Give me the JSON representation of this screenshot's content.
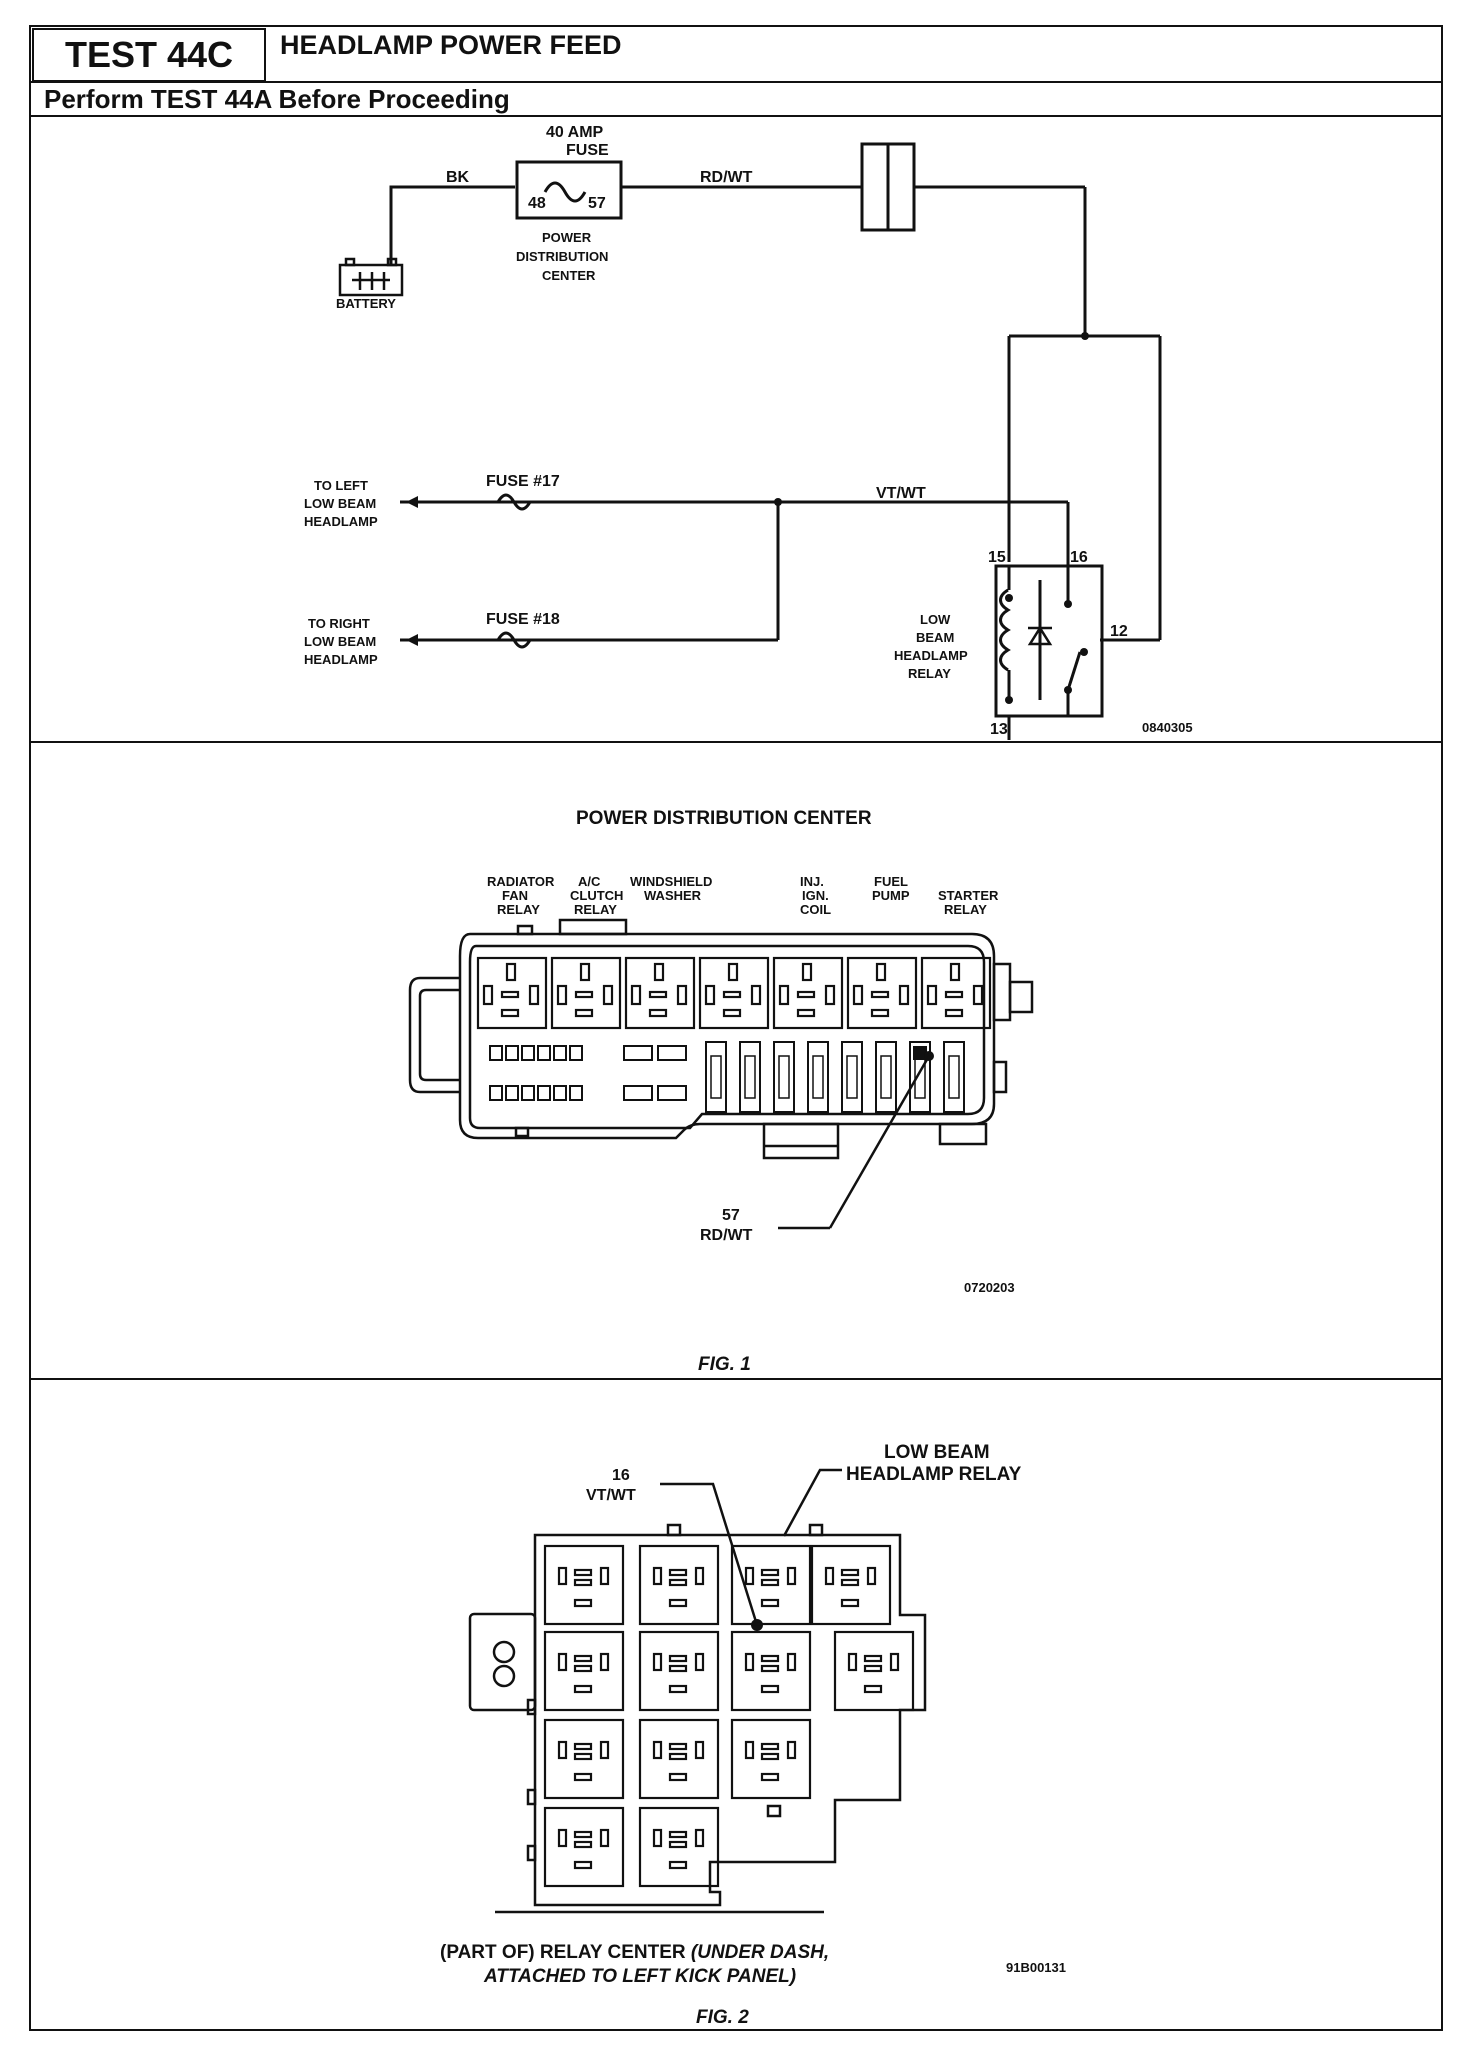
{
  "header": {
    "test_number": "TEST 44C",
    "title": "HEADLAMP POWER FEED",
    "subtitle": "Perform TEST 44A Before Proceeding"
  },
  "schematic": {
    "fuse_label": "40 AMP\nFUSE",
    "fuse_line1": "40 AMP",
    "fuse_line2": "FUSE",
    "fuse_pin_in": "48",
    "fuse_pin_out": "57",
    "pdc_line1": "POWER",
    "pdc_line2": "DISTRIBUTION",
    "pdc_line3": "CENTER",
    "battery": "BATTERY",
    "wire_bk": "BK",
    "wire_rdwt": "RD/WT",
    "wire_vtwt": "VT/WT",
    "left_line1": "TO LEFT",
    "left_line2": "LOW BEAM",
    "left_line3": "HEADLAMP",
    "right_line1": "TO RIGHT",
    "right_line2": "LOW BEAM",
    "right_line3": "HEADLAMP",
    "fuse17": "FUSE #17",
    "fuse18": "FUSE #18",
    "relay_line1": "LOW",
    "relay_line2": "BEAM",
    "relay_line3": "HEADLAMP",
    "relay_line4": "RELAY",
    "pin15": "15",
    "pin16": "16",
    "pin12": "12",
    "pin13": "13",
    "code": "0840305"
  },
  "fig1": {
    "title": "POWER DISTRIBUTION CENTER",
    "label_radiator_1": "RADIATOR",
    "label_radiator_2": "FAN",
    "label_radiator_3": "RELAY",
    "label_ac_1": "A/C",
    "label_ac_2": "CLUTCH",
    "label_ac_3": "RELAY",
    "label_ws_1": "WINDSHIELD",
    "label_ws_2": "WASHER",
    "label_inj_1": "INJ.",
    "label_inj_2": "IGN.",
    "label_inj_3": "COIL",
    "label_fuel_1": "FUEL",
    "label_fuel_2": "PUMP",
    "label_starter_1": "STARTER",
    "label_starter_2": "RELAY",
    "callout_pin": "57",
    "callout_wire": "RD/WT",
    "code": "0720203",
    "caption": "FIG. 1"
  },
  "fig2": {
    "callout_pin": "16",
    "callout_wire": "VT/WT",
    "relay_line1": "LOW BEAM",
    "relay_line2": "HEADLAMP RELAY",
    "caption_line1_normal": "(PART OF) RELAY CENTER ",
    "caption_line1_italic": "(UNDER DASH,",
    "caption_line2": "ATTACHED TO LEFT KICK PANEL)",
    "code": "91B00131",
    "caption": "FIG. 2"
  }
}
